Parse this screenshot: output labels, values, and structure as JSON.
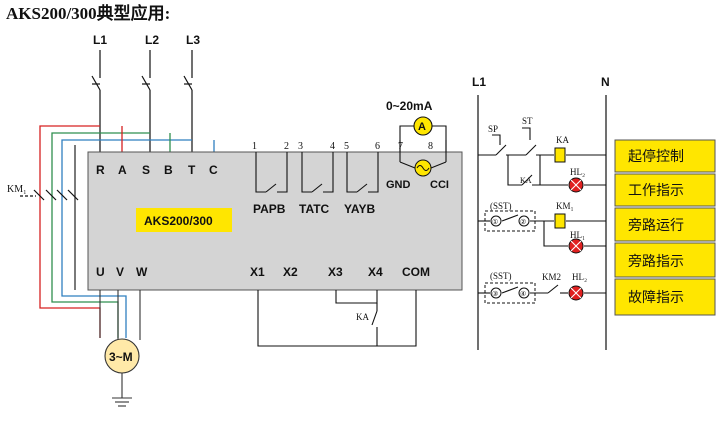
{
  "title": "AKS200/300典型应用:",
  "phases": [
    "L1",
    "L2",
    "L3"
  ],
  "motor_contactor": "KM₁",
  "device": {
    "model": "AKS200/300",
    "input_terminals": [
      "R",
      "A",
      "S",
      "B",
      "T",
      "C"
    ],
    "output_terminals": [
      "U",
      "V",
      "W"
    ],
    "control_inputs": [
      "X1",
      "X2",
      "X3",
      "X4",
      "COM"
    ],
    "relay_pin_numbers": [
      "1",
      "2",
      "3",
      "4",
      "5",
      "6",
      "7",
      "8"
    ],
    "relay_names": [
      "PAPB",
      "TATC",
      "YAYB"
    ],
    "analog_terminals": [
      "GND",
      "CCI"
    ]
  },
  "analog_output": {
    "label": "0~20mA",
    "meter": "A"
  },
  "motor": {
    "label": "3~M"
  },
  "control_circuit": {
    "line_left": "L1",
    "line_right": "N",
    "start_button": "ST",
    "stop_button": "SP",
    "relay_coil": "KA",
    "relay_contact": "KA",
    "aux_contact": "KA",
    "sst_labels": [
      "(SST)",
      "(SST)"
    ],
    "sst_contacts": [
      "①",
      "②",
      "③",
      "④"
    ],
    "contactor_coil": "KM₁",
    "km2_contact": "KM2",
    "lamps": [
      "HL₂",
      "HL₁",
      "HL₂"
    ]
  },
  "functions": [
    "起停控制",
    "工作指示",
    "旁路运行",
    "旁路指示",
    "故障指示"
  ]
}
